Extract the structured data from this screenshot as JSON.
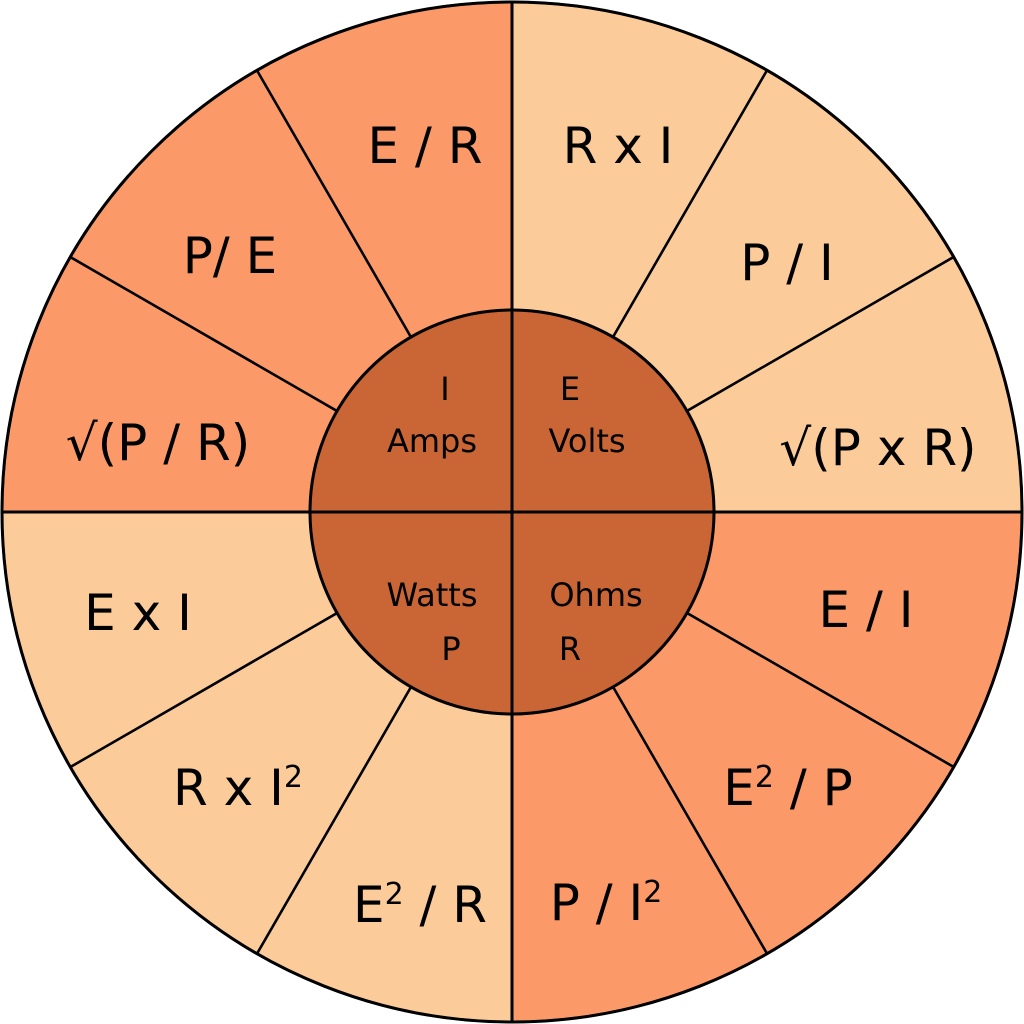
{
  "colors": {
    "light": "#fbcb9a",
    "medium": "#fb9a68",
    "center": "#ca6535",
    "line": "#000000"
  },
  "center": {
    "amps": {
      "symbol": "I",
      "unit": "Amps"
    },
    "volts": {
      "symbol": "E",
      "unit": "Volts"
    },
    "watts": {
      "unit": "Watts",
      "symbol": "P"
    },
    "ohms": {
      "unit": "Ohms",
      "symbol": "R"
    }
  },
  "formulas": {
    "volts_r_x_i": "R x I",
    "volts_p_over_i": "P / I",
    "volts_sqrt_pr": {
      "root": "√",
      "expr": "(P x R)"
    },
    "ohms_e_over_i": "E / I",
    "ohms_e2_over_p": {
      "base": "E",
      "exp": "2",
      "rest": " / P"
    },
    "ohms_p_over_i2": {
      "pre": "P / I",
      "exp": "2"
    },
    "watts_e2_over_r": {
      "base": "E",
      "exp": "2",
      "rest": " / R"
    },
    "watts_r_x_i2": {
      "pre": "R x I",
      "exp": "2"
    },
    "watts_e_x_i": "E x I",
    "amps_sqrt_p_over_r": {
      "root": "√",
      "expr": "(P / R)"
    },
    "amps_p_over_e": "P/ E",
    "amps_e_over_r": "E / R"
  }
}
